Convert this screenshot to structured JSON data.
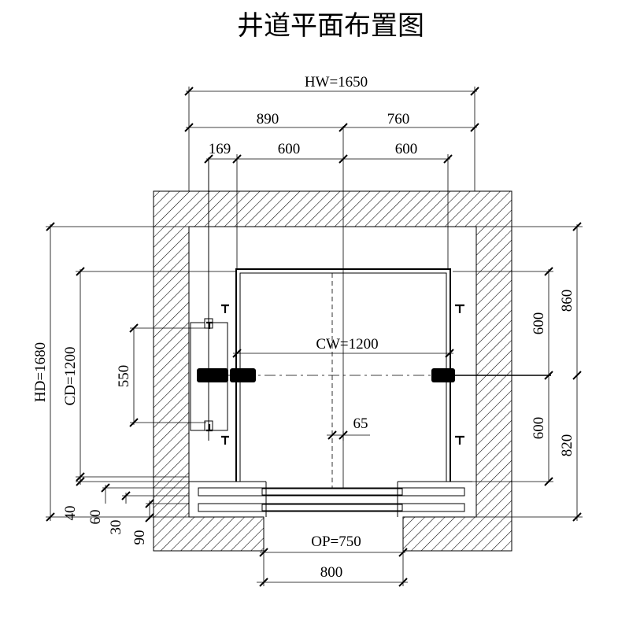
{
  "title": "井道平面布置图",
  "dimensions": {
    "hw": "HW=1650",
    "left_width": "890",
    "right_width": "760",
    "offset_169": "169",
    "rail_left": "600",
    "rail_right": "600",
    "hd": "HD=1680",
    "cd": "CD=1200",
    "cw": "CW=1200",
    "bracket": "550",
    "gap": "65",
    "upper_depth": "600",
    "lower_depth": "600",
    "back_depth": "860",
    "front_depth": "820",
    "sill_40": "40",
    "sill_60": "60",
    "sill_30": "30",
    "sill_90": "90",
    "op": "OP=750",
    "door_width": "800"
  },
  "components": {
    "counterweight_block_icon": "filled-rounded-rect",
    "rail_bracket_icon": "t-glyph",
    "wall_pattern": "diagonal-hatch"
  },
  "colors": {
    "line": "#000000",
    "background": "#ffffff"
  }
}
